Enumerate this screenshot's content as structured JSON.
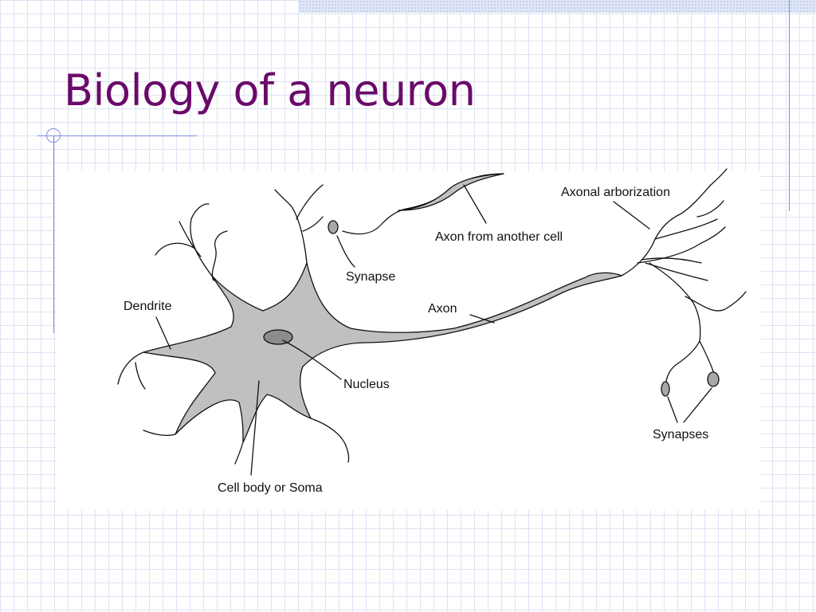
{
  "slide": {
    "title": "Biology of a neuron"
  },
  "diagram": {
    "labels": {
      "dendrite": "Dendrite",
      "synapse": "Synapse",
      "axon_from_another_cell": "Axon from another cell",
      "axonal_arborization": "Axonal arborization",
      "axon": "Axon",
      "nucleus": "Nucleus",
      "synapses": "Synapses",
      "cell_body": "Cell body or Soma"
    },
    "colors": {
      "title": "#6a0a6a",
      "cell_fill": "#c0c0c0",
      "nucleus_fill": "#8c8c8c",
      "outline": "#111111",
      "grid": "#dfe3f3",
      "accent_rule": "#7d8fd6"
    }
  }
}
